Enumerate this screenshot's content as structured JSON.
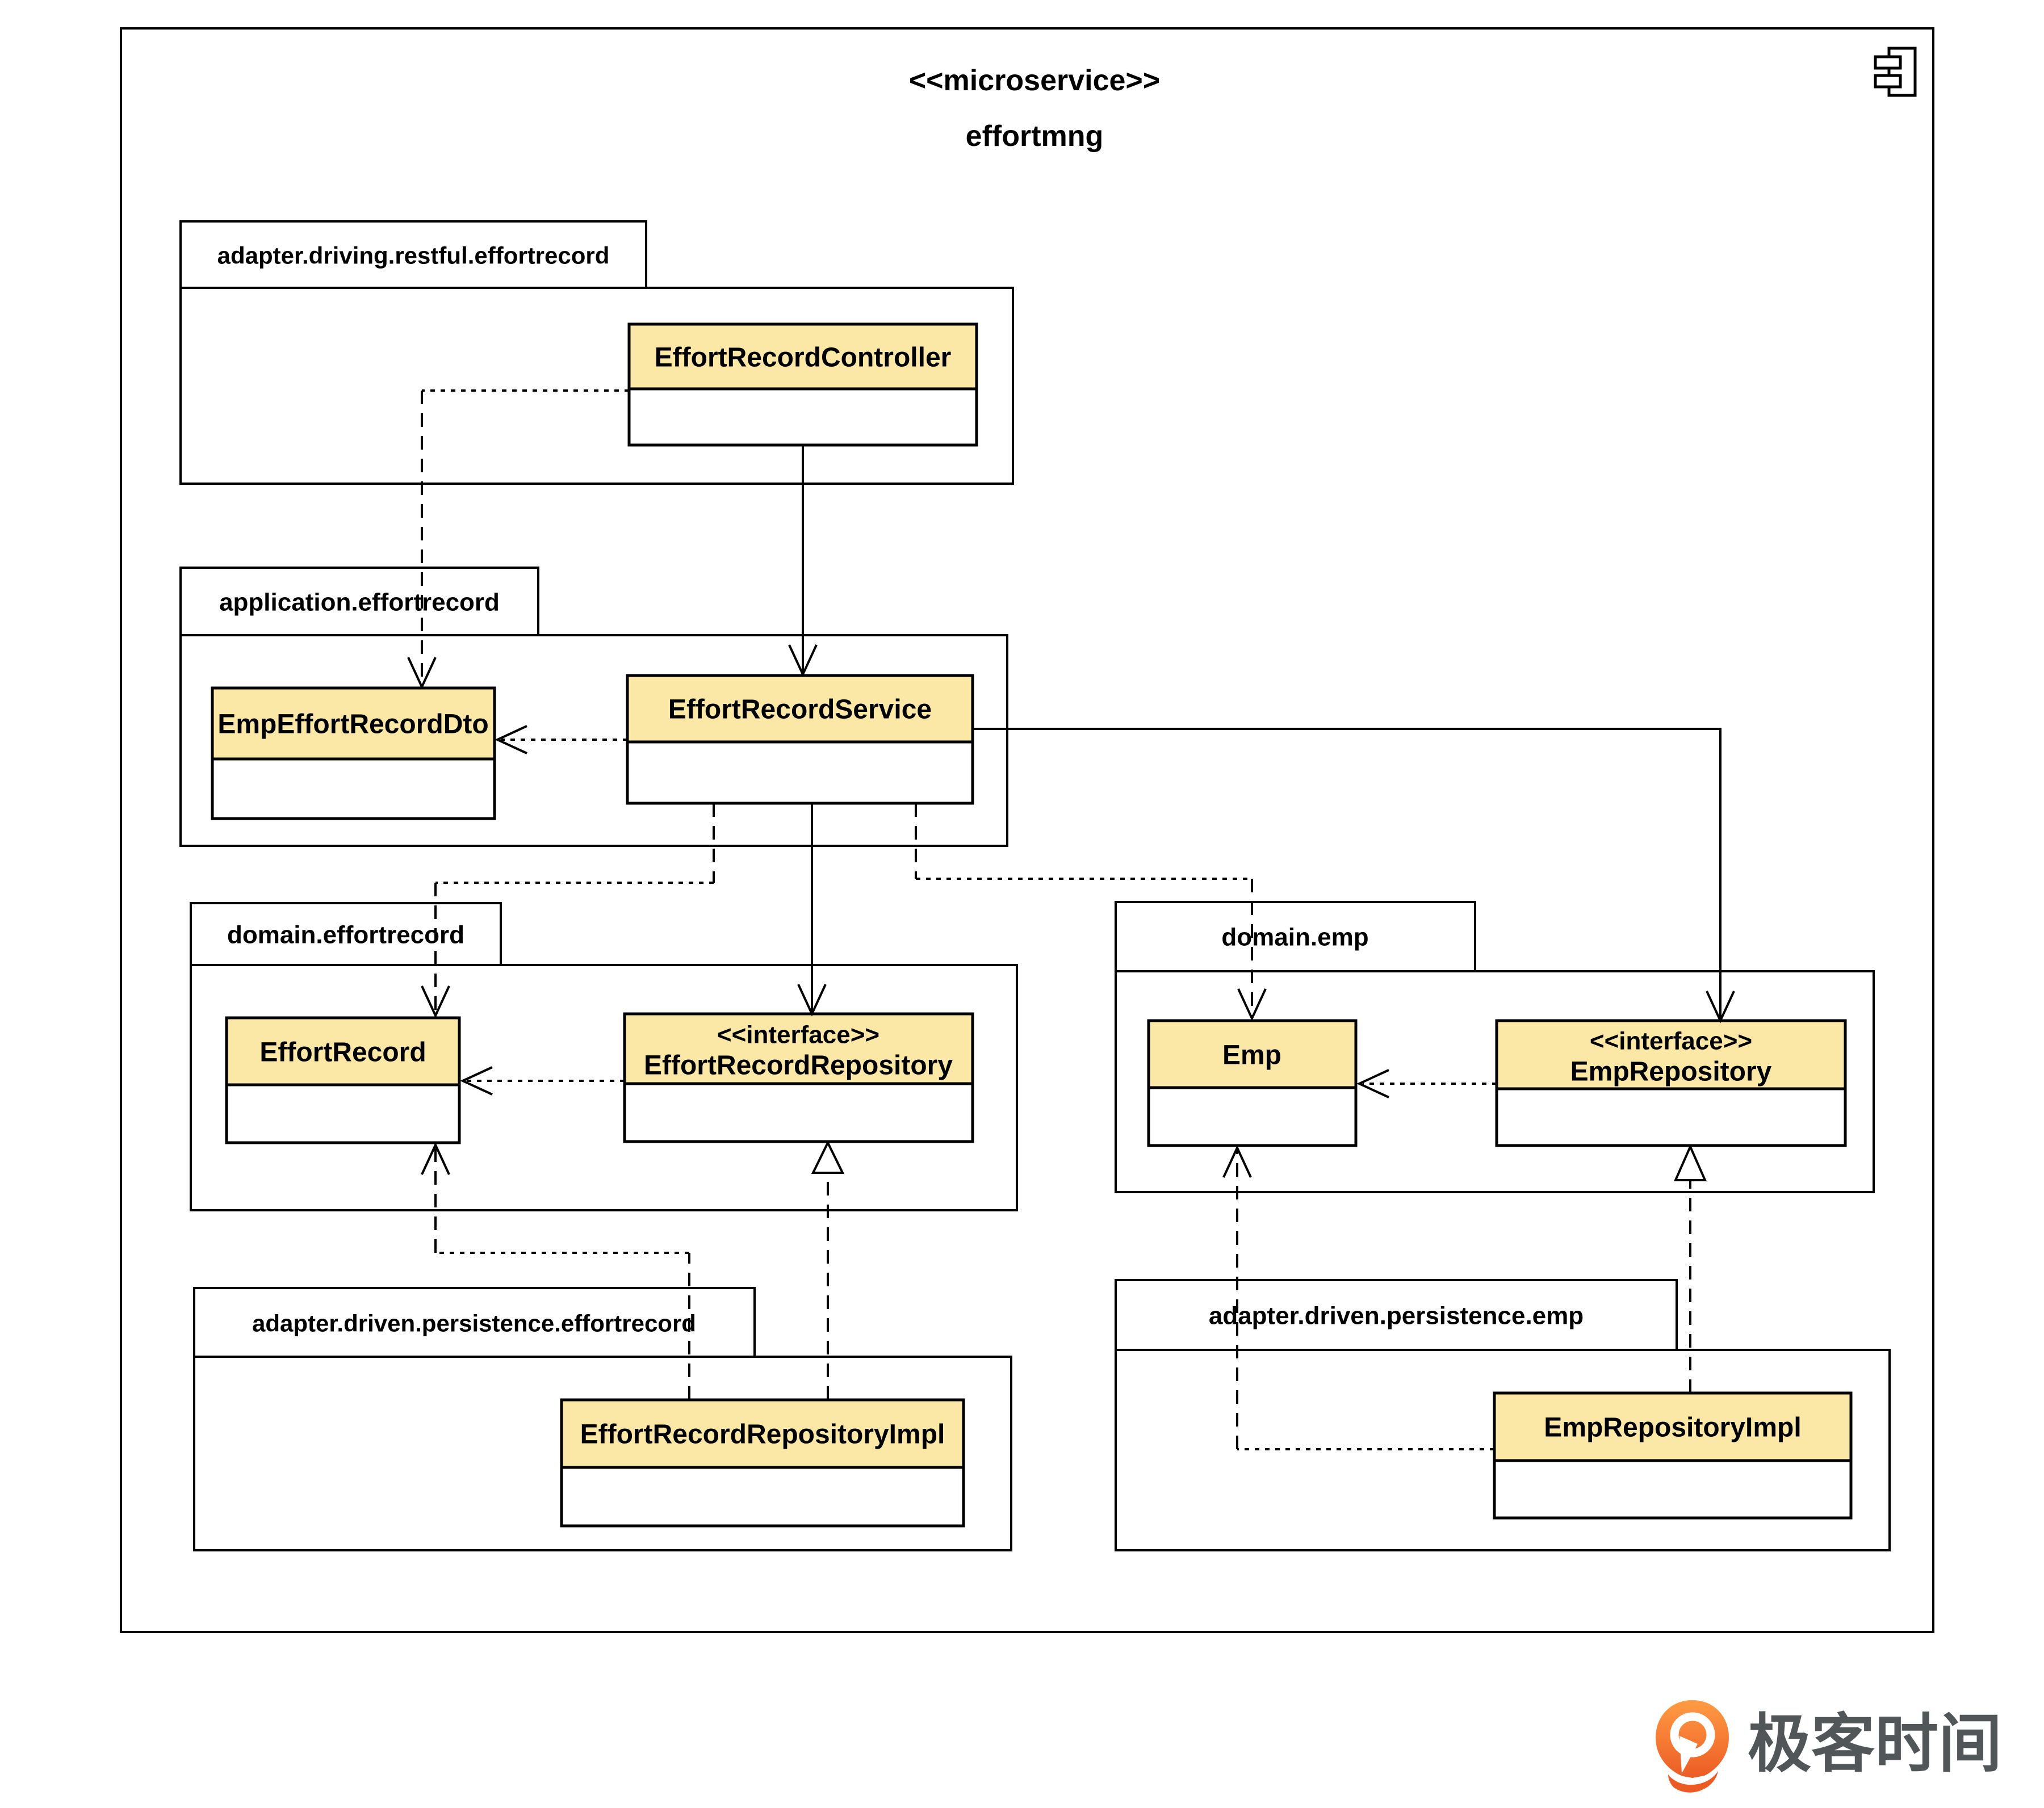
{
  "frame": {
    "stereotype": "<<microservice>>",
    "name": "effortmng"
  },
  "packages": [
    {
      "label": "adapter.driving.restful.effortrecord"
    },
    {
      "label": "application.effortrecord"
    },
    {
      "label": "domain.effortrecord"
    },
    {
      "label": "domain.emp"
    },
    {
      "label": "adapter.driven.persistence.effortrecord"
    },
    {
      "label": "adapter.driven.persistence.emp"
    }
  ],
  "classes": [
    {
      "name": "EffortRecordController",
      "stereotype": ""
    },
    {
      "name": "EmpEffortRecordDto",
      "stereotype": ""
    },
    {
      "name": "EffortRecordService",
      "stereotype": ""
    },
    {
      "name": "EffortRecord",
      "stereotype": ""
    },
    {
      "name": "EffortRecordRepository",
      "stereotype": "<<interface>>"
    },
    {
      "name": "Emp",
      "stereotype": ""
    },
    {
      "name": "EmpRepository",
      "stereotype": "<<interface>>"
    },
    {
      "name": "EffortRecordRepositoryImpl",
      "stereotype": ""
    },
    {
      "name": "EmpRepositoryImpl",
      "stereotype": ""
    }
  ],
  "relationships": [
    {
      "from": "EffortRecordController",
      "to": "EffortRecordService",
      "type": "association",
      "style": "solid-open-arrow"
    },
    {
      "from": "EffortRecordController",
      "to": "EmpEffortRecordDto",
      "type": "dependency",
      "style": "dashed-open-arrow"
    },
    {
      "from": "EffortRecordService",
      "to": "EmpEffortRecordDto",
      "type": "dependency",
      "style": "dashed-open-arrow"
    },
    {
      "from": "EffortRecordService",
      "to": "EffortRecord",
      "type": "dependency",
      "style": "dashed-open-arrow"
    },
    {
      "from": "EffortRecordService",
      "to": "EffortRecordRepository",
      "type": "association",
      "style": "solid-open-arrow"
    },
    {
      "from": "EffortRecordService",
      "to": "Emp",
      "type": "dependency",
      "style": "dashed-open-arrow"
    },
    {
      "from": "EffortRecordService",
      "to": "EmpRepository",
      "type": "association",
      "style": "solid-open-arrow"
    },
    {
      "from": "EffortRecordRepository",
      "to": "EffortRecord",
      "type": "dependency",
      "style": "dashed-open-arrow"
    },
    {
      "from": "EmpRepository",
      "to": "Emp",
      "type": "dependency",
      "style": "dashed-open-arrow"
    },
    {
      "from": "EffortRecordRepositoryImpl",
      "to": "EffortRecord",
      "type": "dependency",
      "style": "dashed-open-arrow"
    },
    {
      "from": "EffortRecordRepositoryImpl",
      "to": "EffortRecordRepository",
      "type": "realization",
      "style": "dashed-hollow-triangle"
    },
    {
      "from": "EmpRepositoryImpl",
      "to": "Emp",
      "type": "dependency",
      "style": "dashed-open-arrow"
    },
    {
      "from": "EmpRepositoryImpl",
      "to": "EmpRepository",
      "type": "realization",
      "style": "dashed-hollow-triangle"
    }
  ],
  "logo": {
    "text": "极客时间"
  },
  "colors": {
    "class_header_fill": "#FBE8A6",
    "border": "#000000",
    "background": "#FFFFFF",
    "logo_orange": "#EC5B24",
    "logo_orange_light": "#FF9C44",
    "logo_text_color": "#515659"
  }
}
